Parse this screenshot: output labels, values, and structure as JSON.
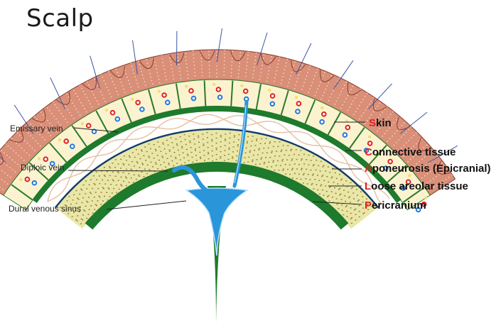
{
  "title": "Scalp",
  "left_labels": [
    "Emissary vein",
    "Diploic vein",
    "Dural venous sinus"
  ],
  "right_labels": [
    {
      "initial": "S",
      "rest": "kin"
    },
    {
      "initial": "C",
      "rest": "onnective tissue"
    },
    {
      "initial": "A",
      "rest": "poneurosis (Epicranial)"
    },
    {
      "initial": "L",
      "rest": "oose areolar tissue"
    },
    {
      "initial": "P",
      "rest": "ericranium"
    }
  ],
  "colors": {
    "skin": "#d98f78",
    "skin_dots": "#f7e3db",
    "connective": "#fbf3cf",
    "aponeurosis": "#1e7a2c",
    "areolar": "#e7c3a6",
    "bone": "#e9e7a7",
    "bone_dots": "#8a6a20",
    "dura": "#1e7a2c",
    "vein": "#2b95d9",
    "vessel_red": "#d22",
    "vessel_blue": "#2277dd",
    "pointer": "#222222",
    "initial_letter": "#e02020"
  }
}
